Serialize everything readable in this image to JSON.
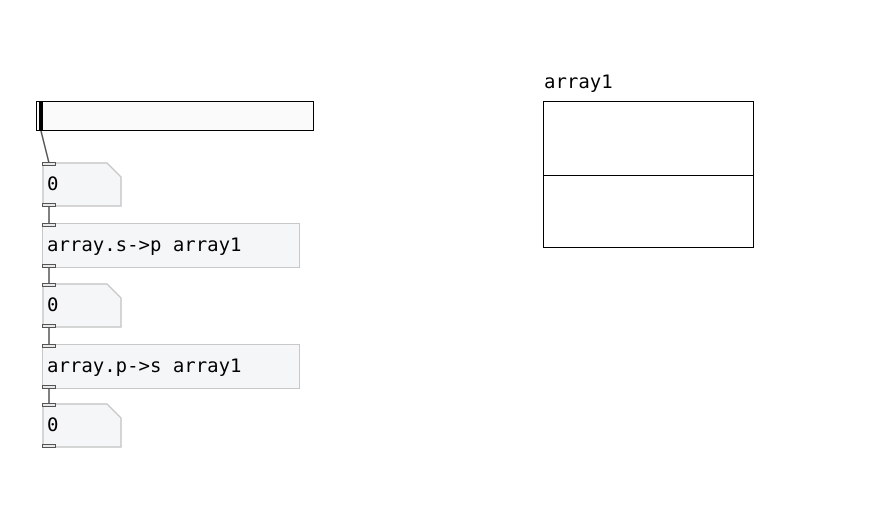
{
  "canvas": {
    "hslider": {
      "value": 0
    },
    "number_boxes": [
      {
        "value": "0"
      },
      {
        "value": "0"
      },
      {
        "value": "0"
      }
    ],
    "objects": [
      {
        "text": "array.s->p array1"
      },
      {
        "text": "array.p->s array1"
      }
    ],
    "array_graph": {
      "name": "array1",
      "line_value_fraction": 0.5
    }
  }
}
